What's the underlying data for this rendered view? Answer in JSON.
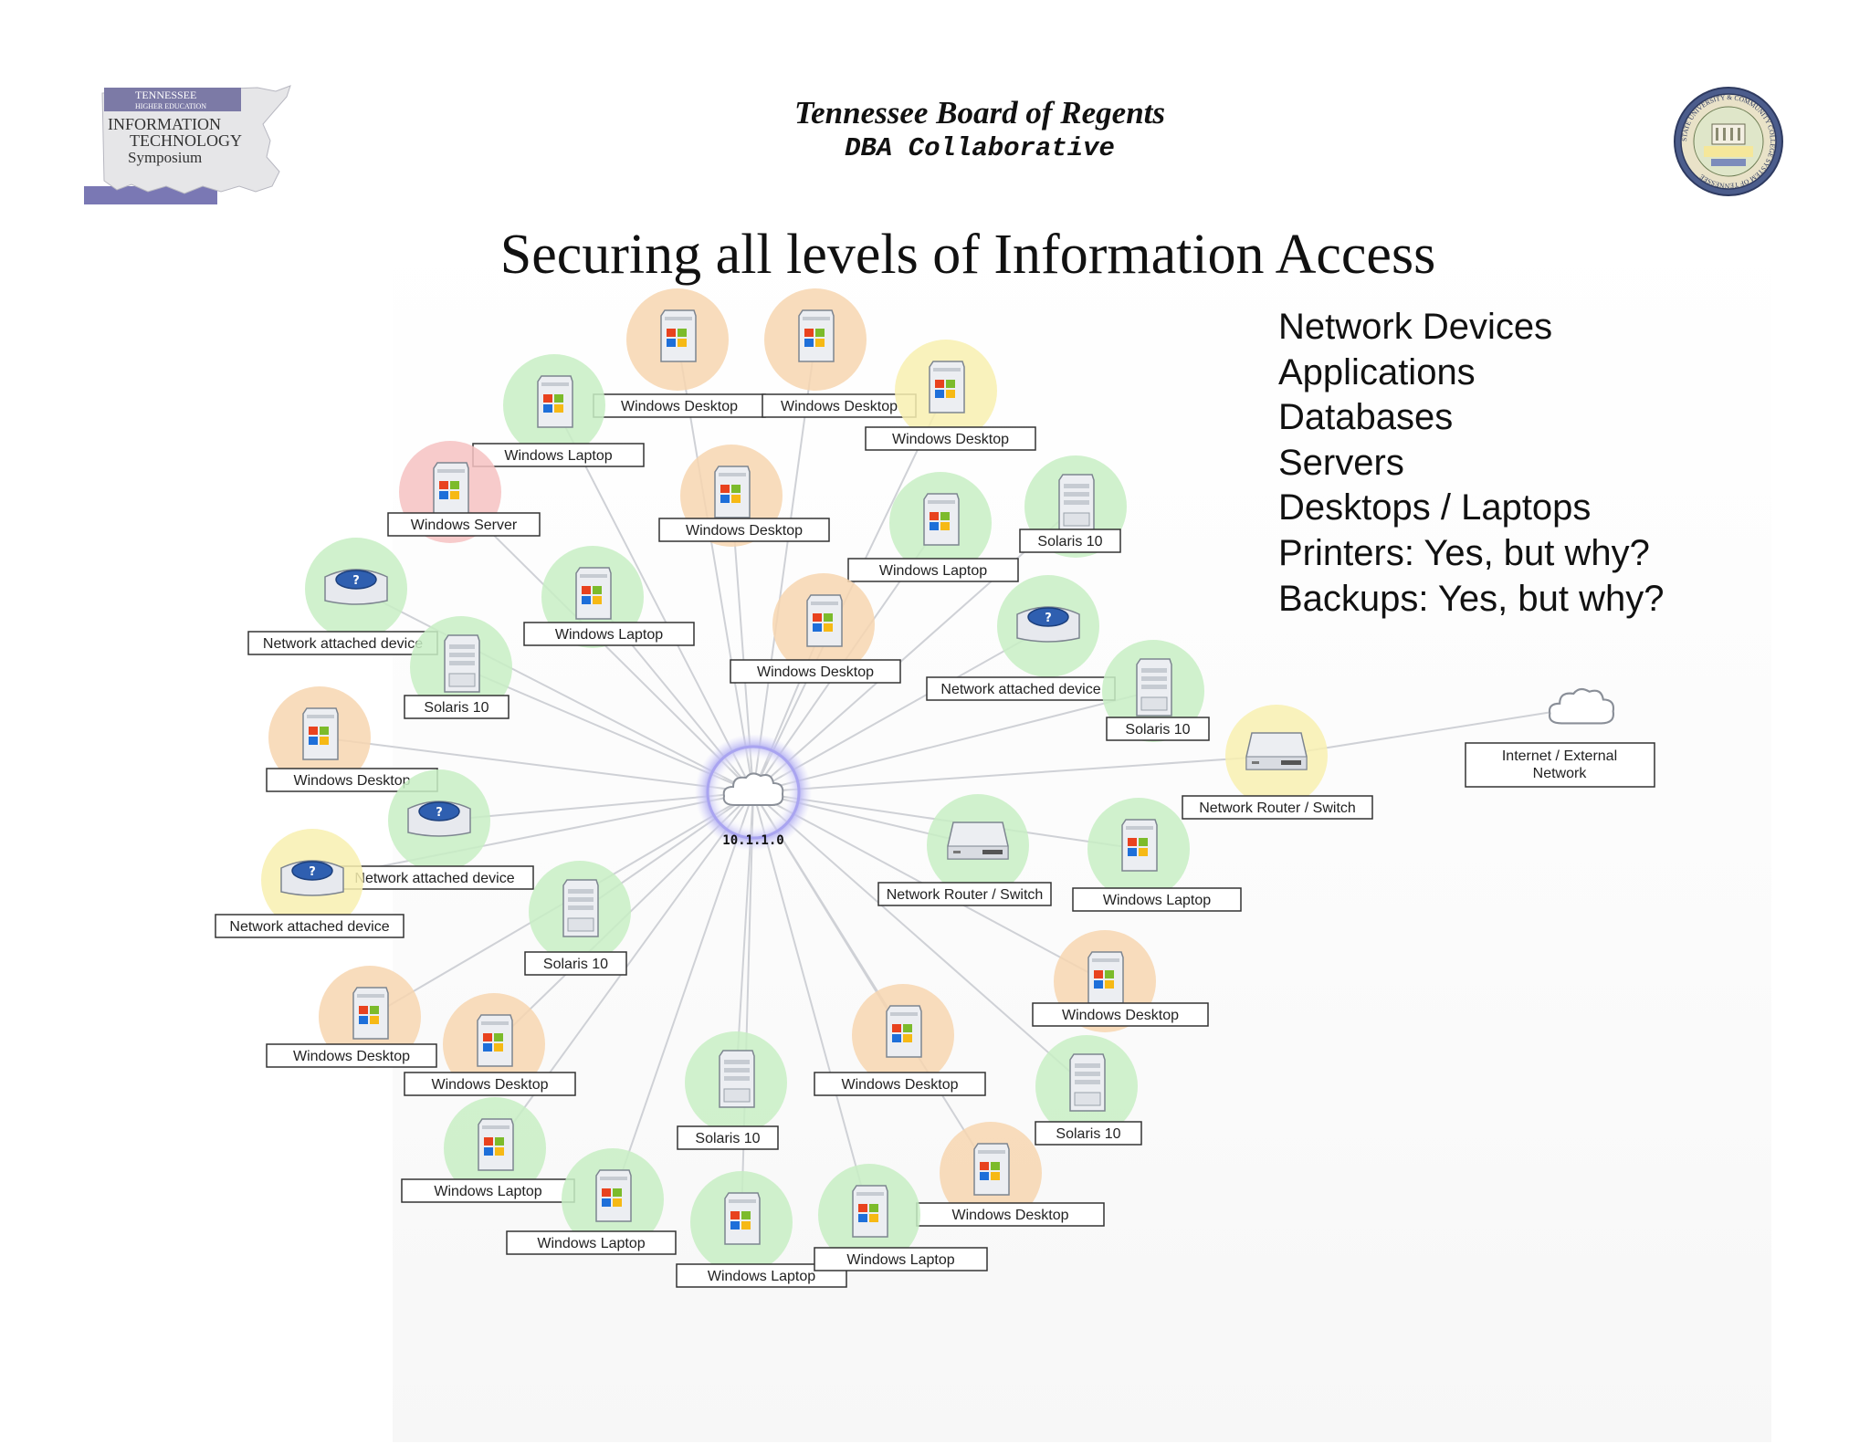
{
  "header": {
    "org": "Tennessee Board of Regents",
    "group": "DBA Collaborative",
    "logo_left_lines": [
      "TENNESSEE",
      "HIGHER EDUCATION",
      "INFORMATION",
      "TECHNOLOGY",
      "Symposium"
    ],
    "seal_text": "STATE UNIVERSITY & COMMUNITY COLLEGE SYSTEM OF TENNESSEE"
  },
  "title": "Securing all levels of Information Access",
  "bullets": [
    "Network Devices",
    "Applications",
    "Databases",
    "Servers",
    "Desktops / Laptops",
    "Printers: Yes, but why?",
    "Backups: Yes, but why?"
  ],
  "diagram": {
    "hub": {
      "label": "10.1.1.0"
    },
    "nodes": [
      {
        "label": "Windows Desktop",
        "type": "desktop",
        "halo": "#f7d6b0"
      },
      {
        "label": "Windows Desktop",
        "type": "desktop",
        "halo": "#f7d6b0"
      },
      {
        "label": "Windows Desktop",
        "type": "desktop",
        "halo": "#f8f0b0"
      },
      {
        "label": "Windows Laptop",
        "type": "desktop",
        "halo": "#c8efc4"
      },
      {
        "label": "Windows Server",
        "type": "desktop",
        "halo": "#f6c2c2"
      },
      {
        "label": "Windows Desktop",
        "type": "desktop",
        "halo": "#f7d6b0"
      },
      {
        "label": "Solaris 10",
        "type": "server",
        "halo": "#c8efc4"
      },
      {
        "label": "Windows Laptop",
        "type": "desktop",
        "halo": "#c8efc4"
      },
      {
        "label": "Network attached device",
        "type": "nas",
        "halo": "#c8efc4"
      },
      {
        "label": "Windows Laptop",
        "type": "desktop",
        "halo": "#c8efc4"
      },
      {
        "label": "Windows Desktop",
        "type": "desktop",
        "halo": "#f7d6b0"
      },
      {
        "label": "Network attached device",
        "type": "nas",
        "halo": "#c8efc4"
      },
      {
        "label": "Solaris 10",
        "type": "server",
        "halo": "#c8efc4"
      },
      {
        "label": "Solaris 10",
        "type": "server",
        "halo": "#c8efc4"
      },
      {
        "label": "Windows Desktop",
        "type": "desktop",
        "halo": "#f7d6b0"
      },
      {
        "label": "Network Router / Switch",
        "type": "router",
        "halo": "#f8f0b0"
      },
      {
        "label": "Network attached device",
        "type": "nas",
        "halo": "#c8efc4"
      },
      {
        "label": "Network attached device",
        "type": "nas",
        "halo": "#f8f0b0"
      },
      {
        "label": "Network Router / Switch",
        "type": "router",
        "halo": "#c8efc4"
      },
      {
        "label": "Windows Laptop",
        "type": "desktop",
        "halo": "#c8efc4"
      },
      {
        "label": "Solaris 10",
        "type": "server",
        "halo": "#c8efc4"
      },
      {
        "label": "Windows Desktop",
        "type": "desktop",
        "halo": "#f7d6b0"
      },
      {
        "label": "Windows Desktop",
        "type": "desktop",
        "halo": "#f7d6b0"
      },
      {
        "label": "Windows Desktop",
        "type": "desktop",
        "halo": "#f7d6b0"
      },
      {
        "label": "Windows Desktop",
        "type": "desktop",
        "halo": "#f7d6b0"
      },
      {
        "label": "Solaris 10",
        "type": "server",
        "halo": "#c8efc4"
      },
      {
        "label": "Solaris 10",
        "type": "server",
        "halo": "#c8efc4"
      },
      {
        "label": "Windows Laptop",
        "type": "desktop",
        "halo": "#c8efc4"
      },
      {
        "label": "Windows Desktop",
        "type": "desktop",
        "halo": "#f7d6b0"
      },
      {
        "label": "Windows Laptop",
        "type": "desktop",
        "halo": "#c8efc4"
      },
      {
        "label": "Windows Laptop",
        "type": "desktop",
        "halo": "#c8efc4"
      },
      {
        "label": "Windows Laptop",
        "type": "desktop",
        "halo": "#c8efc4"
      }
    ],
    "external": {
      "label_lines": [
        "Internet / External",
        "Network"
      ]
    }
  }
}
